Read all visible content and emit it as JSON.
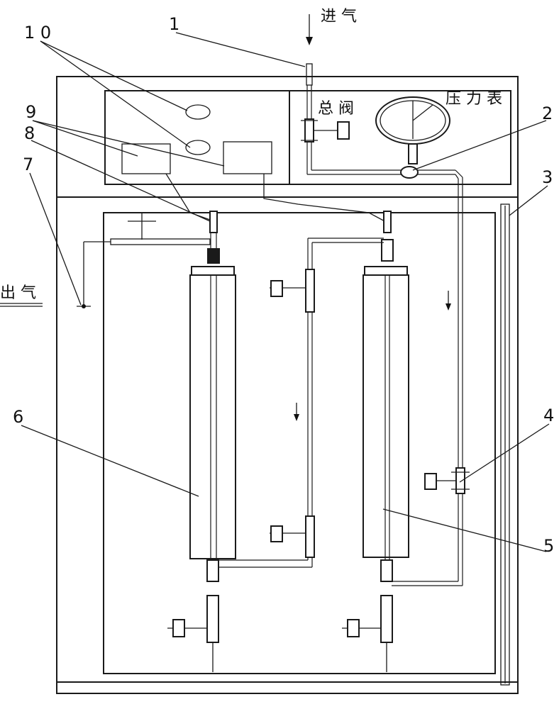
{
  "labels": {
    "inlet": "进 气",
    "outlet": "出 气",
    "main_valve": "总 阀",
    "pressure_gauge": "压 力 表"
  },
  "part_numbers": {
    "n1": "1",
    "n2": "2",
    "n3": "3",
    "n4": "4",
    "n5": "5",
    "n6": "6",
    "n7": "7",
    "n8": "8",
    "n9": "9",
    "n10": "1 0"
  }
}
